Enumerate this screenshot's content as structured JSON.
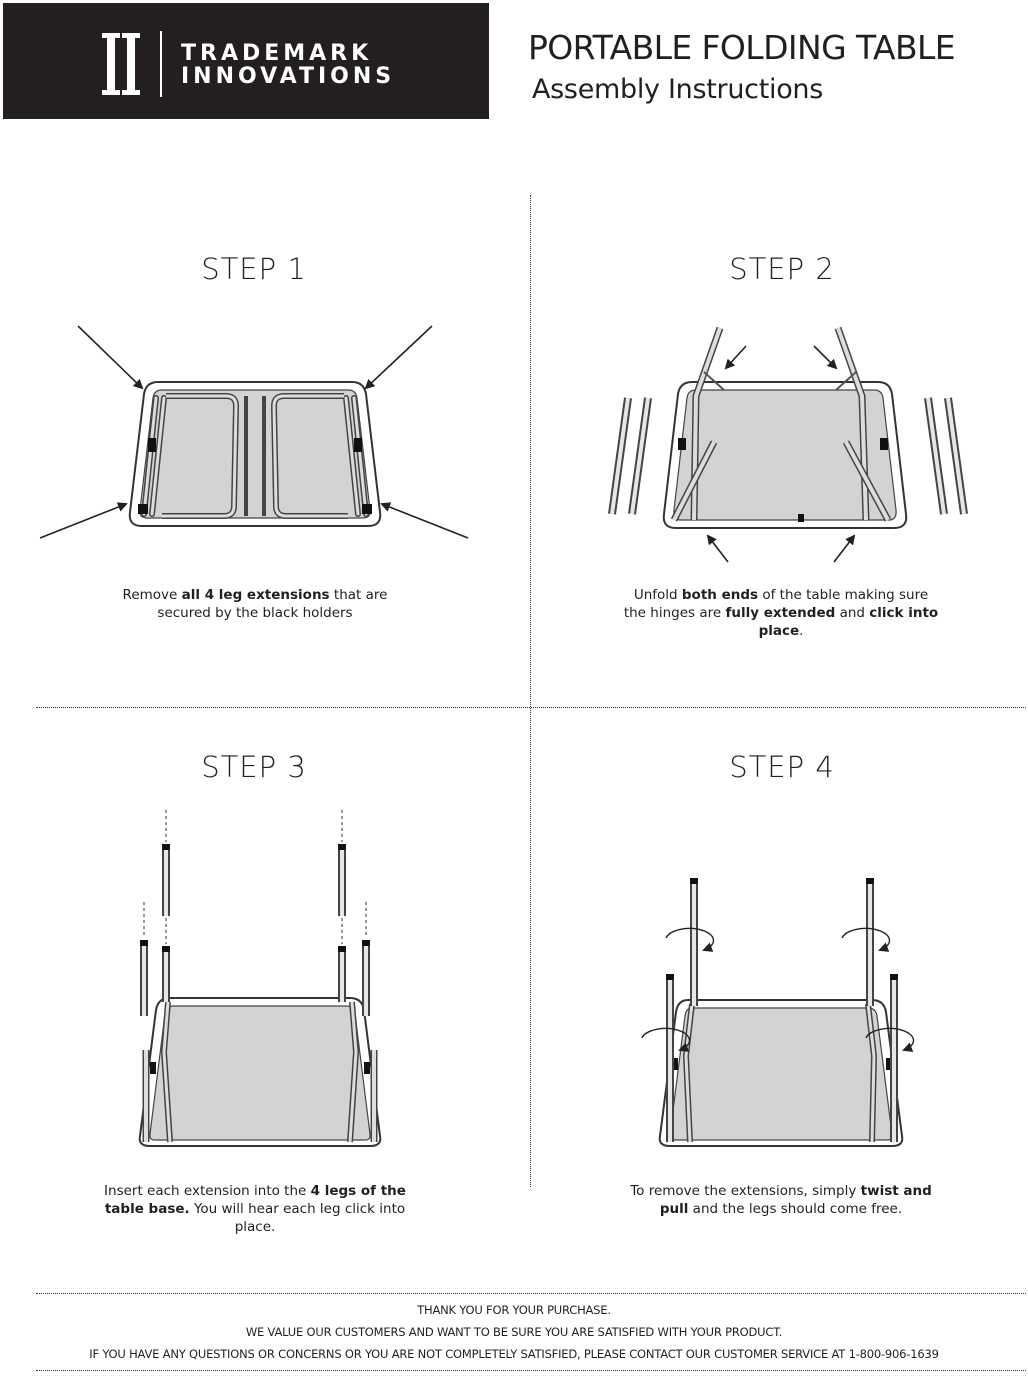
{
  "header": {
    "brand_line_1": "TRADEMARK",
    "brand_line_2": "INNOVATIONS",
    "title": "PORTABLE FOLDING TABLE",
    "subtitle": "Assembly Instructions"
  },
  "steps": [
    {
      "title": "STEP 1",
      "text": [
        {
          "t": "Remove "
        },
        {
          "t": "all 4 leg extensions",
          "b": true
        },
        {
          "t": " that are secured by the black holders"
        }
      ]
    },
    {
      "title": "STEP 2",
      "text": [
        {
          "t": "Unfold "
        },
        {
          "t": "both ends",
          "b": true
        },
        {
          "t": " of the table making sure the hinges are "
        },
        {
          "t": "fully extended",
          "b": true
        },
        {
          "t": " and "
        },
        {
          "t": "click into place",
          "b": true
        },
        {
          "t": "."
        }
      ]
    },
    {
      "title": "STEP 3",
      "text": [
        {
          "t": "Insert each extension into the "
        },
        {
          "t": "4 legs of the table base.",
          "b": true
        },
        {
          "t": " You will hear each leg click into place."
        }
      ]
    },
    {
      "title": "STEP 4",
      "text": [
        {
          "t": "To remove the extensions, simply "
        },
        {
          "t": "twist and pull",
          "b": true
        },
        {
          "t": " and the legs should come free."
        }
      ]
    }
  ],
  "footer": {
    "line_1": "THANK YOU FOR YOUR PURCHASE.",
    "line_2": "WE VALUE OUR CUSTOMERS AND WANT TO BE SURE YOU ARE SATISFIED WITH YOUR PRODUCT.",
    "line_3": "IF YOU HAVE ANY QUESTIONS OR CONCERNS OR YOU ARE NOT COMPLETELY SATISFIED, PLEASE CONTACT OUR CUSTOMER SERVICE AT 1-800-906-1639"
  }
}
